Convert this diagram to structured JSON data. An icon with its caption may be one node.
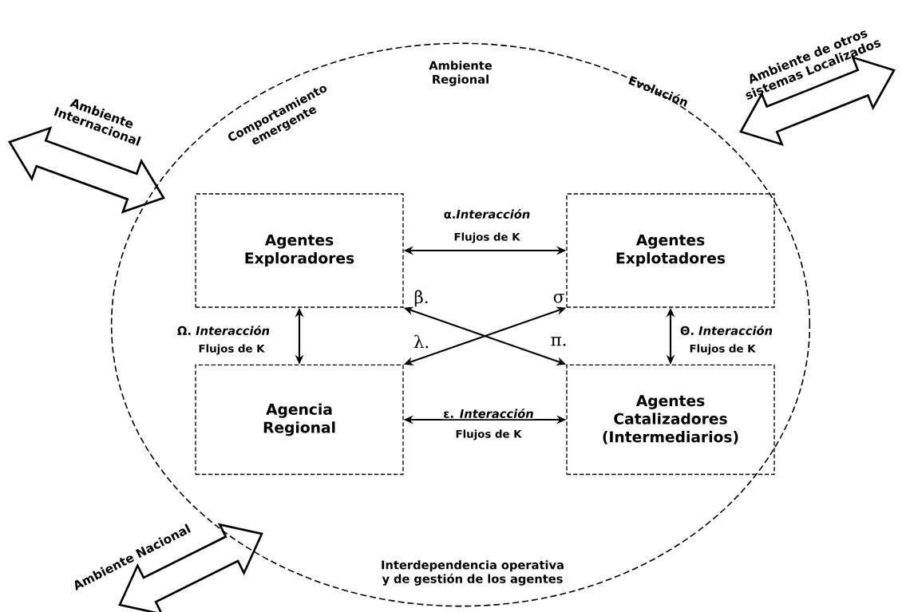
{
  "diagram": {
    "nodes": [
      {
        "text": [
          "Ambiente Regional",
          "Comportamiento emergente",
          "Evolución",
          "Interdependencia operativa y de gestión de los agentes"
        ]
      },
      {
        "text": [
          "Agentes Exploradores"
        ],
        "in": 0
      },
      {
        "text": [
          "Agentes Explotadores"
        ],
        "in": 0
      },
      {
        "text": [
          "Agencia Regional"
        ],
        "in": 0
      },
      {
        "text": [
          "Agentes Catalizadores (Intermediarios)"
        ],
        "in": 0
      }
    ],
    "edges": [
      {
        "from": 1,
        "to": 2,
        "arrow": "both",
        "label": "α.*Interacción*"
      },
      {
        "from": 1,
        "to": 3,
        "arrow": "both",
        "label": "Ω. *Interacción*"
      },
      {
        "from": 2,
        "to": 4,
        "arrow": "both",
        "label": "Θ. *Interacción*"
      },
      {
        "from": 1,
        "to": 4,
        "arrow": "both"
      },
      {
        "from": 3,
        "to": 2,
        "arrow": "both"
      },
      {
        "from": 3,
        "to": 4,
        "arrow": "both",
        "label": "ε. *Interacción*"
      }
    ],
    "labels": [
      "Ambiente Internacional",
      "Ambiente de otros sistemas Localizados",
      "Flujos de K",
      "Flujos de K",
      "Flujos de K",
      "Flujos de K",
      "β.",
      "σ",
      "λ.",
      "π.",
      "Ambiente Nacional"
    ]
  }
}
